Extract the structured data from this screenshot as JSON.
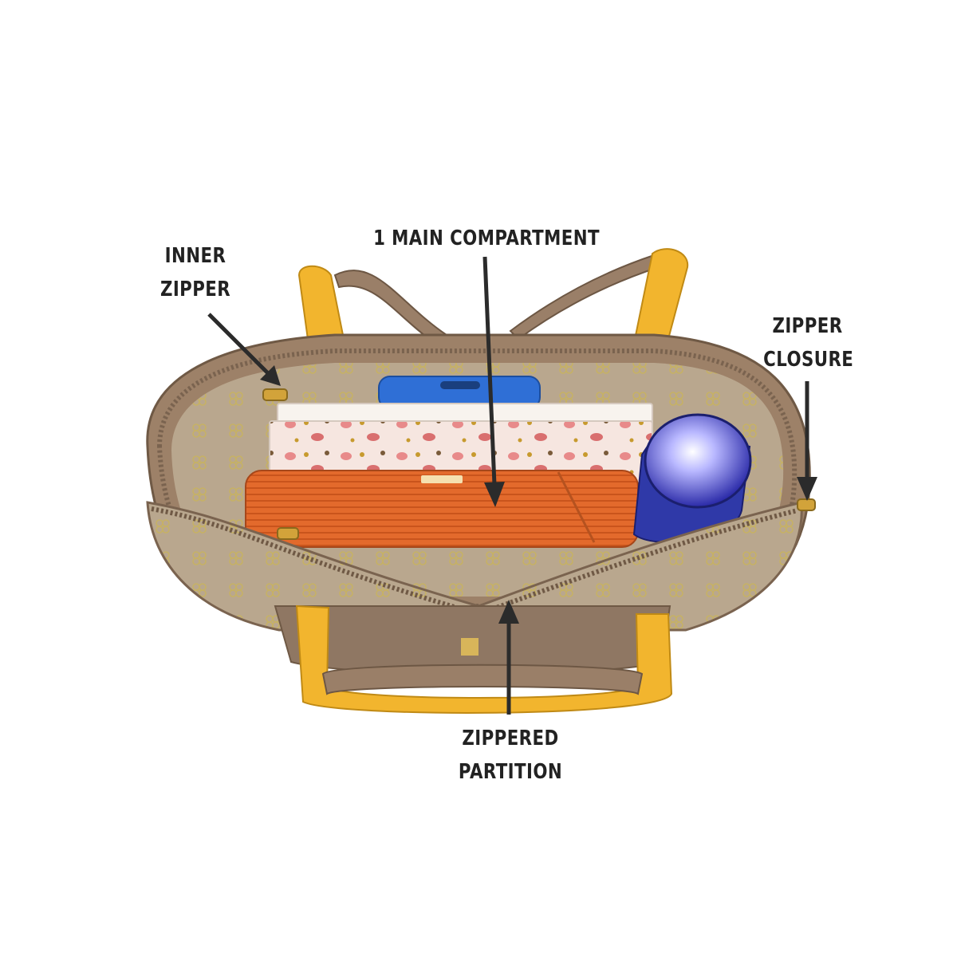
{
  "annotations": {
    "inner_zipper": [
      "INNER",
      "ZIPPER"
    ],
    "main_compartment": [
      "1 MAIN COMPARTMENT"
    ],
    "zipper_closure": [
      "ZIPPER",
      "CLOSURE"
    ],
    "zippered_partition": [
      "ZIPPERED",
      "PARTITION"
    ]
  },
  "colors": {
    "strap_yellow": "#f2b52e",
    "bag_taupe": "#9a7f68",
    "lining": "#b7a58c",
    "wallet_orange": "#e36a2c",
    "phone_blue": "#2f6fd6",
    "notebook_pink": "#f4d7d2",
    "bottle_blue": "#3b3fc4",
    "arrow": "#2b2b2b"
  }
}
